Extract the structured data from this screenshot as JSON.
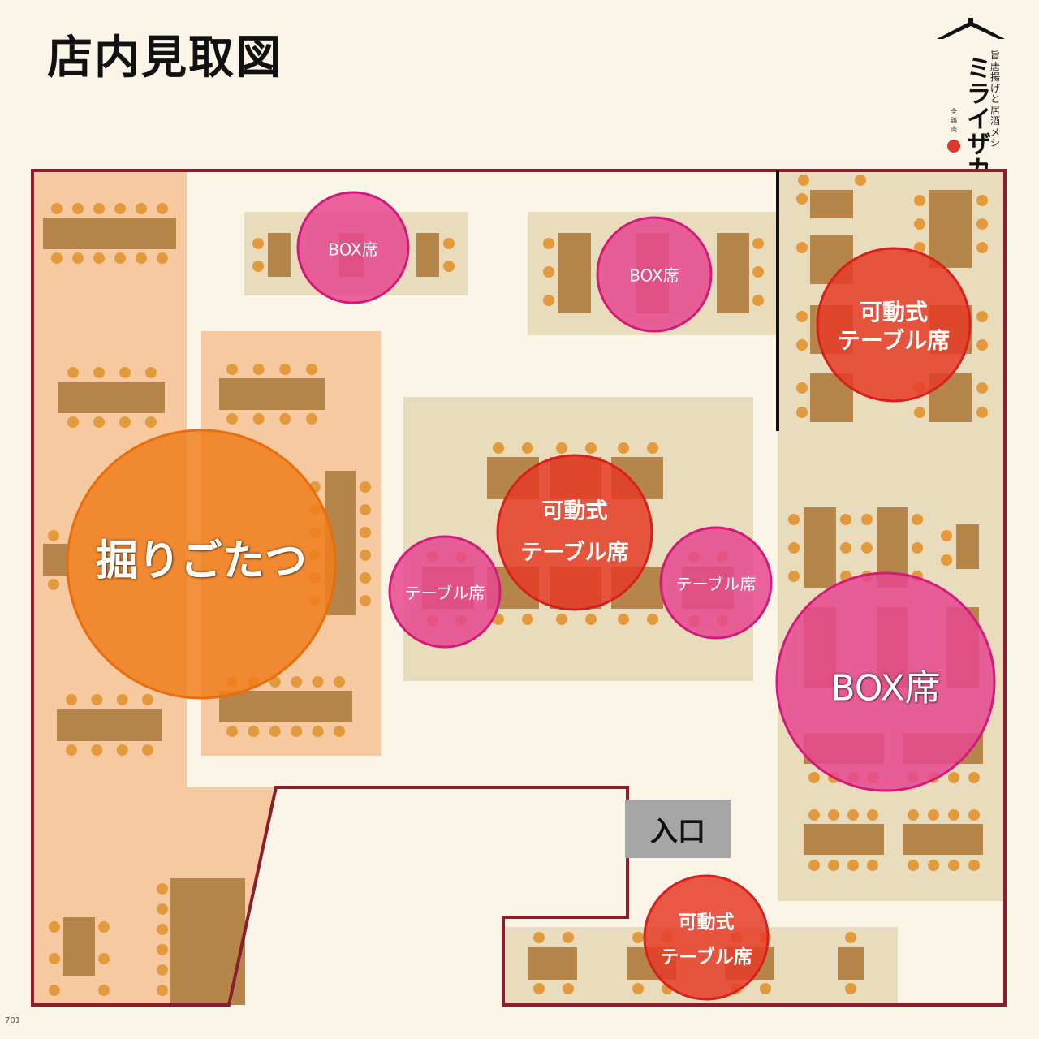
{
  "title": "店内見取図",
  "logo": {
    "name": "ミライザカ",
    "subtitle": "旨唐揚げと居酒メシ",
    "signature": "全鶏肉",
    "icon": "roof-logo-icon"
  },
  "entrance": "入口",
  "code": "701",
  "colors": {
    "background": "#fbf5e8",
    "wall": "#8b1d2c",
    "table": "#b5854a",
    "seat": "#e29a3c",
    "zone_beige": "#e8dcbd",
    "zone_peach": "#f7c9a0",
    "kotatsu": "#f07e1c",
    "movable": "#e63c28",
    "box": "#e6468e",
    "entrance": "#a6a6a6"
  },
  "zones": {
    "horigotatsu": {
      "label": "掘りごたつ"
    },
    "box_top_left": {
      "label": "BOX席"
    },
    "box_top_center": {
      "label": "BOX席"
    },
    "movable_right_top": {
      "label_line1": "可動式",
      "label_line2": "テーブル席"
    },
    "movable_center": {
      "label_line1": "可動式",
      "label_line2": "テーブル席"
    },
    "table_center_left": {
      "label": "テーブル席"
    },
    "table_center_right": {
      "label": "テーブル席"
    },
    "box_right_large": {
      "label": "BOX席"
    },
    "movable_bottom": {
      "label_line1": "可動式",
      "label_line2": "テーブル席"
    }
  }
}
